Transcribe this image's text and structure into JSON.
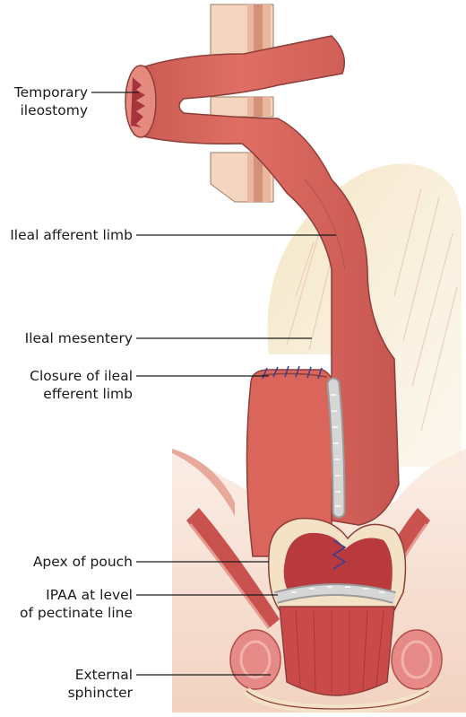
{
  "labels": {
    "temporary_ileostomy": [
      "Temporary",
      "ileostomy"
    ],
    "ileal_afferent_limb": "Ileal afferent limb",
    "ileal_mesentery": "Ileal mesentery",
    "closure_efferent_limb": [
      "Closure of ileal",
      "efferent limb"
    ],
    "apex_of_pouch": "Apex of pouch",
    "ipaa_level": [
      "IPAA at level",
      "of pectinate line"
    ],
    "external_sphincter": [
      "External",
      "sphincter"
    ]
  },
  "colors": {
    "bowel": "#d9665c",
    "bowel_dark": "#a84a44",
    "muscle": "#c9524e",
    "muscle_light": "#e69a90",
    "pouch_lining": "#b83a3d",
    "tissue_cream": "#f3e2c6",
    "skin": "#f1d6c2",
    "pelvis_bg": "#f6ddd0",
    "mesentery": "#f0dcb0",
    "staple": "#c9c9c9",
    "suture": "#3a3f8f"
  }
}
